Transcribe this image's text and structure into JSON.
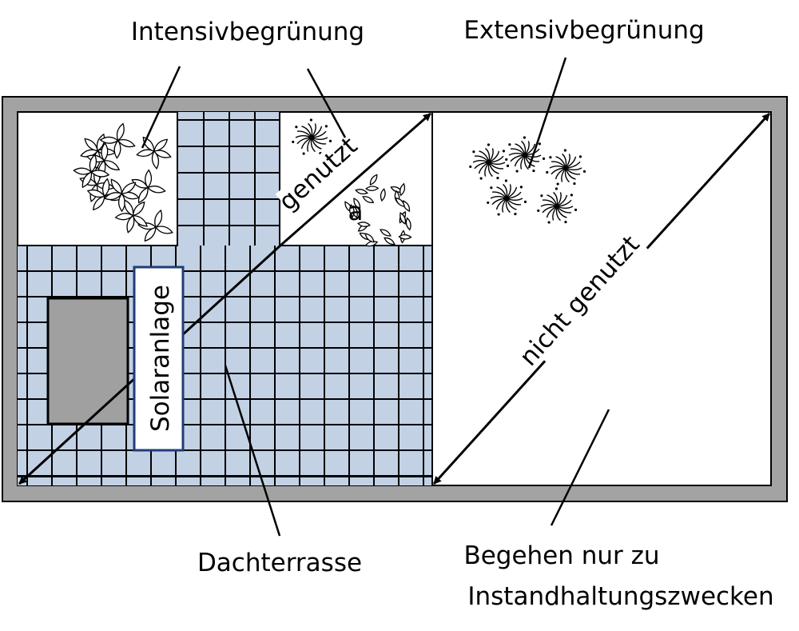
{
  "labels": {
    "intensive": "Intensivbegrünung",
    "extensive": "Extensivbegrünung",
    "used": "genutzt",
    "unused": "nicht genutzt",
    "solar": "Solaranlage",
    "terrace": "Dachterrasse",
    "access_line1": "Begehen nur zu",
    "access_line2": "Instandhaltungszwecken",
    "marker": "a"
  },
  "colors": {
    "frame": "#a3a3a3",
    "tile": "#c3d1e4",
    "solar_block": "#a0a0a0",
    "solar_border": "#1f3d78"
  }
}
